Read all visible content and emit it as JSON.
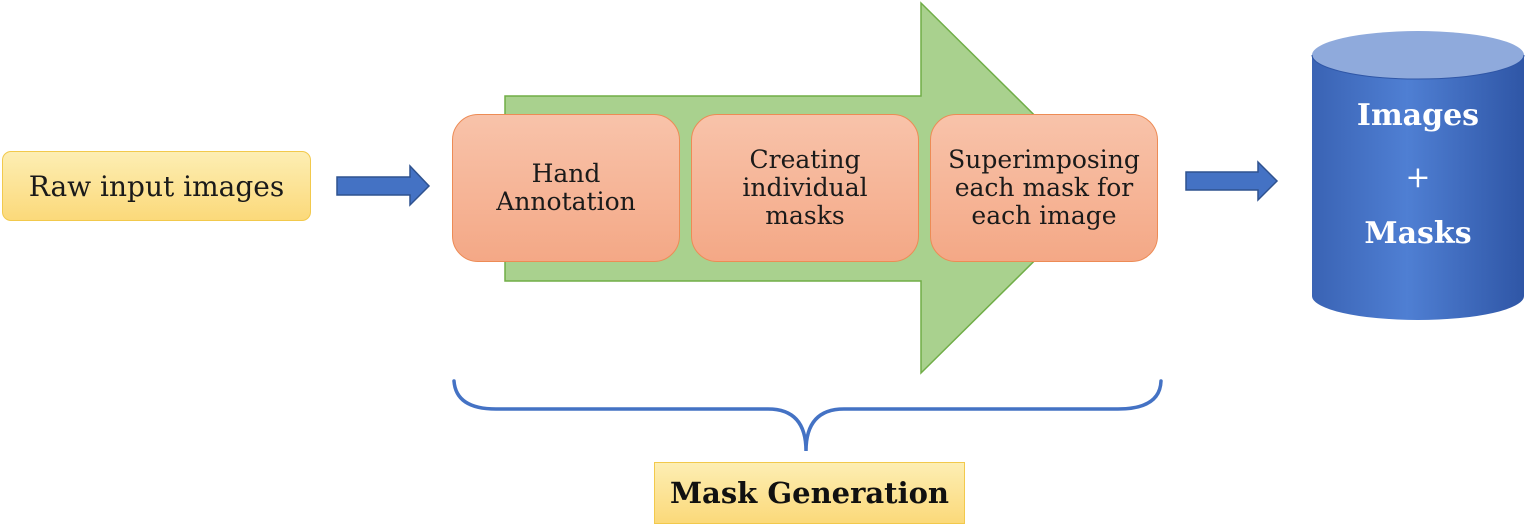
{
  "input": {
    "label": "Raw input images"
  },
  "steps": [
    {
      "label": "Hand\nAnnotation"
    },
    {
      "label": "Creating\nindividual\nmasks"
    },
    {
      "label": "Superimposing\neach mask for\neach image"
    }
  ],
  "output": {
    "line1": "Images",
    "line2": "+",
    "line3": "Masks"
  },
  "group_caption": "Mask Generation",
  "colors": {
    "big_arrow_fill": "#a9d18e",
    "big_arrow_stroke": "#70ad47",
    "flow_arrow": "#4472c4",
    "cylinder_body": "#4472c4",
    "cylinder_top": "#8faadc",
    "brace": "#4472c4",
    "step_fill": "#f4b183",
    "label_fill": "#ffe699"
  },
  "icons": [
    "flow-arrow",
    "process-arrow",
    "database-cylinder",
    "curly-brace"
  ]
}
